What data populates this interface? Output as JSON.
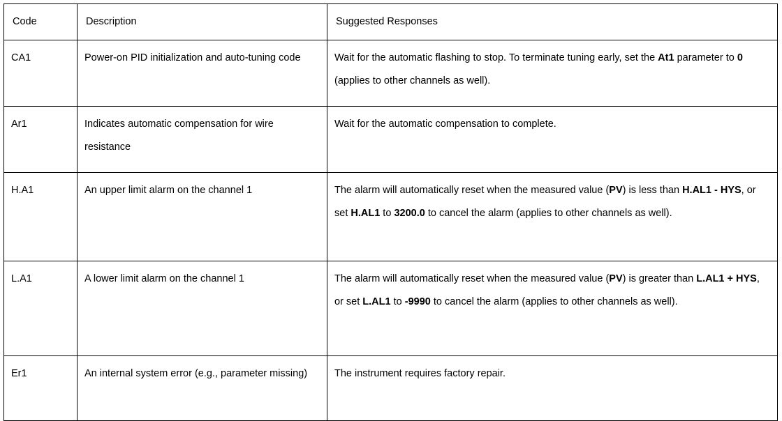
{
  "table": {
    "headers": {
      "code": "Code",
      "description": "Description",
      "responses": "Suggested Responses"
    },
    "rows": [
      {
        "code": "CA1",
        "description": "Power-on PID initialization and auto-tuning code",
        "response_parts": [
          {
            "text": "Wait for the automatic flashing to stop. To terminate tuning early, set the ",
            "bold": false
          },
          {
            "text": "At1",
            "bold": true
          },
          {
            "text": " parameter to ",
            "bold": false
          },
          {
            "text": "0",
            "bold": true
          },
          {
            "text": " (applies to other channels as well).",
            "bold": false
          }
        ]
      },
      {
        "code": "Ar1",
        "description": " Indicates automatic compensation for wire resistance",
        "response_parts": [
          {
            "text": "Wait for the automatic compensation to complete.",
            "bold": false
          }
        ]
      },
      {
        "code": "H.A1",
        "description": "An upper limit alarm on the channel 1",
        "response_parts": [
          {
            "text": "The alarm will automatically reset when the measured value (",
            "bold": false
          },
          {
            "text": "PV",
            "bold": true
          },
          {
            "text": ") is less than ",
            "bold": false
          },
          {
            "text": "H.AL1 - HYS",
            "bold": true
          },
          {
            "text": ", or set ",
            "bold": false
          },
          {
            "text": "H.AL1",
            "bold": true
          },
          {
            "text": " to ",
            "bold": false
          },
          {
            "text": "3200.0",
            "bold": true
          },
          {
            "text": " to cancel the alarm (applies to other channels as well).",
            "bold": false
          }
        ]
      },
      {
        "code": "L.A1",
        "description": "A lower limit alarm on the channel 1",
        "response_parts": [
          {
            "text": "The alarm will automatically reset when the measured value (",
            "bold": false
          },
          {
            "text": "PV",
            "bold": true
          },
          {
            "text": ") is greater than ",
            "bold": false
          },
          {
            "text": "L.AL1 + HYS",
            "bold": true
          },
          {
            "text": ", or set ",
            "bold": false
          },
          {
            "text": "L.AL1",
            "bold": true
          },
          {
            "text": " to ",
            "bold": false
          },
          {
            "text": "-9990",
            "bold": true
          },
          {
            "text": " to cancel the alarm (applies to other channels as well).",
            "bold": false
          }
        ]
      },
      {
        "code": "Er1",
        "description": "An internal system error (e.g., parameter missing)",
        "response_parts": [
          {
            "text": "The instrument requires factory repair.",
            "bold": false
          }
        ]
      }
    ]
  },
  "colors": {
    "border": "#000000",
    "text": "#000000",
    "background": "#ffffff"
  }
}
